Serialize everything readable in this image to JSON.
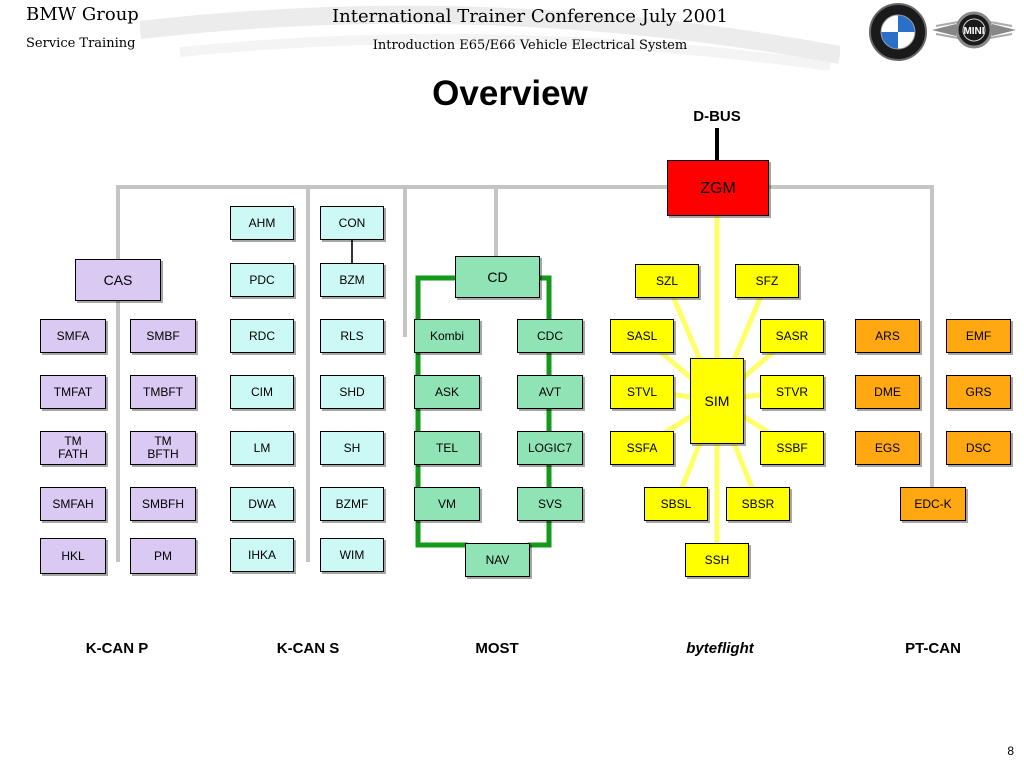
{
  "header": {
    "company": "BMW Group",
    "department": "Service Training",
    "conference": "International Trainer Conference July 2001",
    "subtitle": "Introduction E65/E66 Vehicle Electrical System",
    "logos": [
      "bmw-logo",
      "mini-logo"
    ]
  },
  "title": "Overview",
  "dbus_label": "D-BUS",
  "bus_labels": {
    "kcanp": "K-CAN P",
    "kcans": "K-CAN S",
    "most": "MOST",
    "byteflight": "byteflight",
    "ptcan": "PT-CAN"
  },
  "page_number": "8",
  "colors": {
    "kcanp": "#d9c9f3",
    "kcans": "#ccf9f6",
    "most": "#8fe3b4",
    "byteflight": "#ffff00",
    "ptcan": "#ffa812",
    "gateway": "#ff0000",
    "bus_line_grey": "#c4c4c4",
    "bus_line_green": "#15991b",
    "bus_line_yellow": "#ffff66"
  },
  "nodes": {
    "zgm": "ZGM",
    "cas": "CAS",
    "kcanp": [
      "SMFA",
      "SMBF",
      "TMFAT",
      "TMBFT",
      "TM\nFATH",
      "TM\nBFTH",
      "SMFAH",
      "SMBFH",
      "HKL",
      "PM"
    ],
    "kcans": [
      "AHM",
      "CON",
      "PDC",
      "BZM",
      "RDC",
      "RLS",
      "CIM",
      "SHD",
      "LM",
      "SH",
      "DWA",
      "BZMF",
      "IHKA",
      "WIM"
    ],
    "most": [
      "CD",
      "Kombi",
      "CDC",
      "ASK",
      "AVT",
      "TEL",
      "LOGIC7",
      "VM",
      "SVS",
      "NAV"
    ],
    "byteflight": [
      "SZL",
      "SFZ",
      "SASL",
      "SASR",
      "STVL",
      "SIM",
      "STVR",
      "SSFA",
      "SSBF",
      "SBSL",
      "SBSR",
      "SSH"
    ],
    "ptcan": [
      "ARS",
      "EMF",
      "DME",
      "GRS",
      "EGS",
      "DSC",
      "EDC-K"
    ]
  }
}
